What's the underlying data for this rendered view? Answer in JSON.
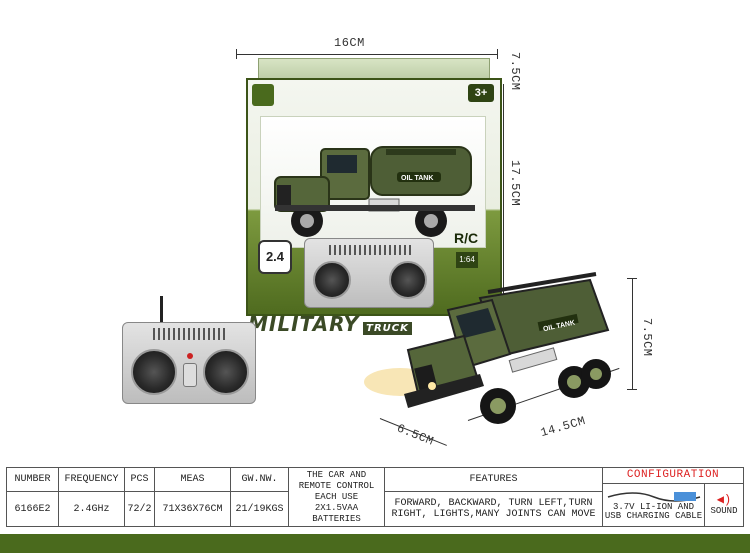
{
  "dimensions": {
    "box_width": "16CM",
    "box_depth": "7.5CM",
    "box_height": "17.5CM",
    "truck_height": "7.5CM",
    "truck_length": "14.5CM",
    "truck_width": "6.5CM"
  },
  "package": {
    "rc_label": "R/C",
    "age_label": "3+",
    "ghz_label": "2.4",
    "scale_label": "1:64",
    "product_title": "MILITARY",
    "product_subtitle": "TRUCK",
    "tank_label": "OIL TANK"
  },
  "table": {
    "headers": {
      "number": "NUMBER",
      "frequency": "FREQUENCY",
      "pcs": "PCS",
      "meas": "MEAS",
      "gwnw": "GW.NW.",
      "battery": "THE CAR AND REMOTE CONTROL EACH USE 2X1.5VAA BATTERIES",
      "features": "FEATURES",
      "configuration": "CONFIGURATION"
    },
    "values": {
      "number": "6166E2",
      "frequency": "2.4GHz",
      "pcs": "72/2",
      "meas": "71X36X76CM",
      "gwnw": "21/19KGS",
      "features": "FORWARD, BACKWARD, TURN LEFT,TURN RIGHT, LIGHTS,MANY JOINTS CAN MOVE",
      "config_charging": "3.7V LI-ION AND USB CHARGING CABLE",
      "config_sound": "SOUND"
    }
  },
  "colors": {
    "army_green": "#4a6a1d",
    "config_red": "#d22222"
  }
}
